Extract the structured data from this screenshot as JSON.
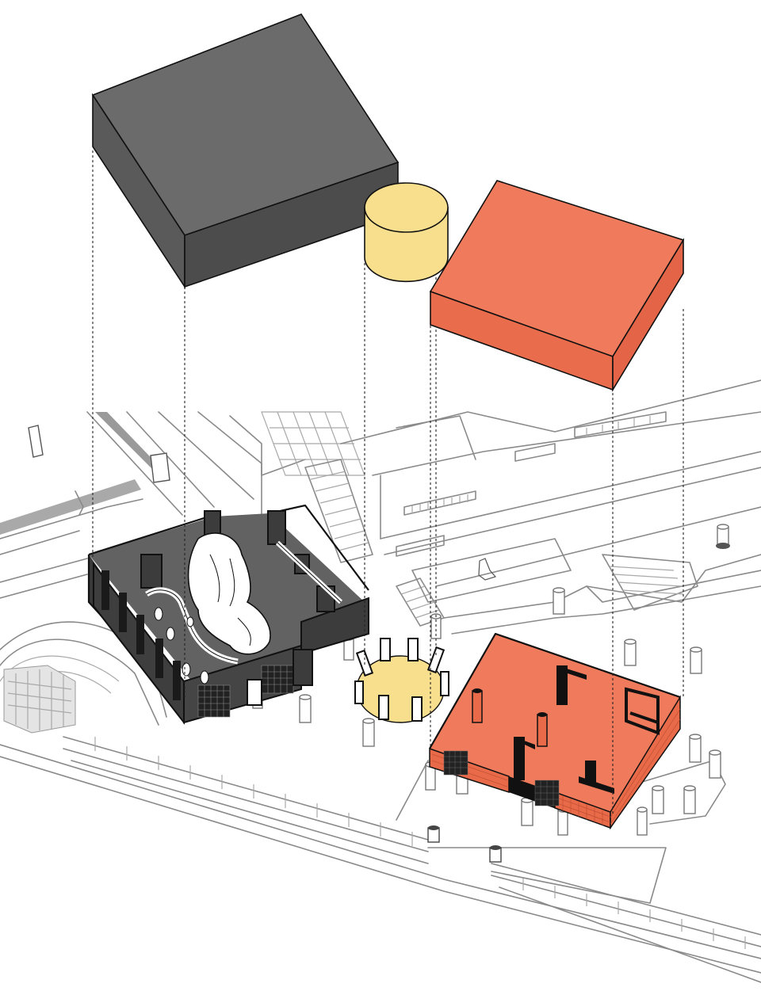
{
  "colors": {
    "background": "#ffffff",
    "site_lines": "#8a8a8a",
    "dark_volume_top": "#6b6b6b",
    "dark_volume_side_left": "#5a5a5a",
    "dark_volume_side_right": "#4c4c4c",
    "dark_room_floor": "#5f5f5f",
    "cylinder_fill": "#f8df8e",
    "orange_volume_top": "#f07b5c",
    "orange_volume_side": "#e86a49",
    "orange_room_floor": "#f07b5c",
    "wall_black": "#111111"
  },
  "volumes": [
    {
      "id": "dark-block",
      "kind": "box",
      "color_key": "dark_volume_top"
    },
    {
      "id": "yellow-cylinder",
      "kind": "cylinder",
      "color_key": "cylinder_fill"
    },
    {
      "id": "orange-block",
      "kind": "box",
      "color_key": "orange_volume_top"
    }
  ]
}
